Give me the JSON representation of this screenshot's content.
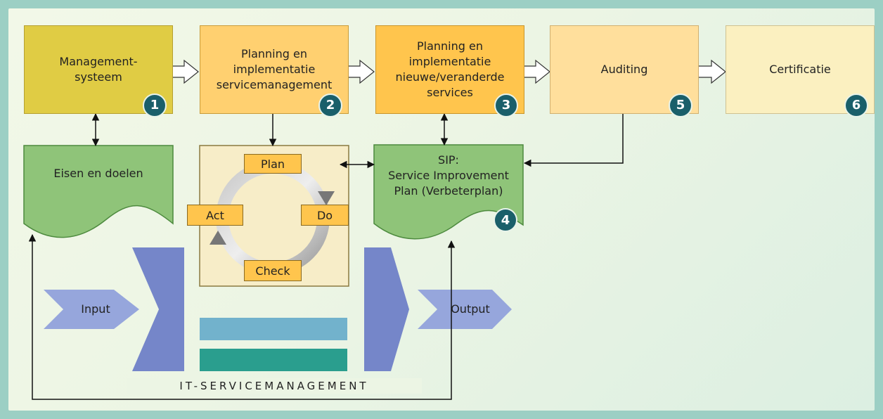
{
  "steps": [
    {
      "label": "Management-\nsysteem",
      "number": "1"
    },
    {
      "label": "Planning en\nimplementatie\nservicemanagement",
      "number": "2"
    },
    {
      "label": "Planning en\nimplementatie\nnieuwe/veranderde\nservices",
      "number": "3"
    },
    {
      "label": "Auditing",
      "number": "5"
    },
    {
      "label": "Certificatie",
      "number": "6"
    }
  ],
  "requirements": {
    "label": "Eisen en doelen"
  },
  "sip": {
    "label": "SIP:\nService Improvement\nPlan (Verbeterplan)",
    "number": "4"
  },
  "pdca": {
    "plan": "Plan",
    "do": "Do",
    "check": "Check",
    "act": "Act"
  },
  "flow": {
    "input": "Input",
    "output": "Output"
  },
  "footer": {
    "title": "IT-SERVICEMANAGEMENT"
  },
  "colors": {
    "step1": "#e0cc44",
    "step2": "#ffd070",
    "step3": "#ffc54d",
    "step4": "#ffdf9c",
    "step5": "#fbf0c0",
    "green": "#8fc479",
    "badge": "#1a5f6a",
    "chevron": "#7a8fc8",
    "bar_top": "#72b2cc",
    "bar_bottom": "#2a9e8e"
  }
}
